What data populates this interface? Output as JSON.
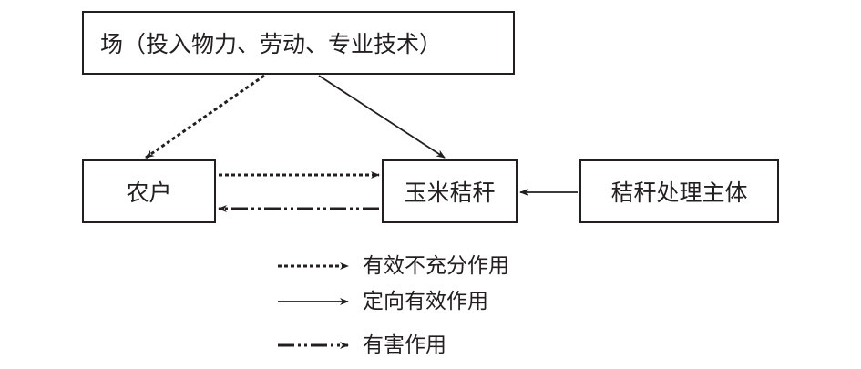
{
  "nodes": {
    "field": "场（投入物力、劳动、专业技术）",
    "farmer": "农户",
    "straw": "玉米秸秆",
    "processor": "秸秆处理主体"
  },
  "legend": [
    {
      "style": "dotted",
      "label": "有效不充分作用"
    },
    {
      "style": "solid",
      "label": "定向有效作用"
    },
    {
      "style": "dash-dot-dot",
      "label": "有害作用"
    }
  ],
  "edges": [
    {
      "from": "field",
      "to": "farmer",
      "style": "dotted"
    },
    {
      "from": "field",
      "to": "straw",
      "style": "solid"
    },
    {
      "from": "farmer",
      "to": "straw",
      "style": "dotted"
    },
    {
      "from": "straw",
      "to": "farmer",
      "style": "dash-dot-dot"
    },
    {
      "from": "processor",
      "to": "straw",
      "style": "solid"
    }
  ],
  "colors": {
    "stroke": "#231f20",
    "background": "#ffffff"
  }
}
